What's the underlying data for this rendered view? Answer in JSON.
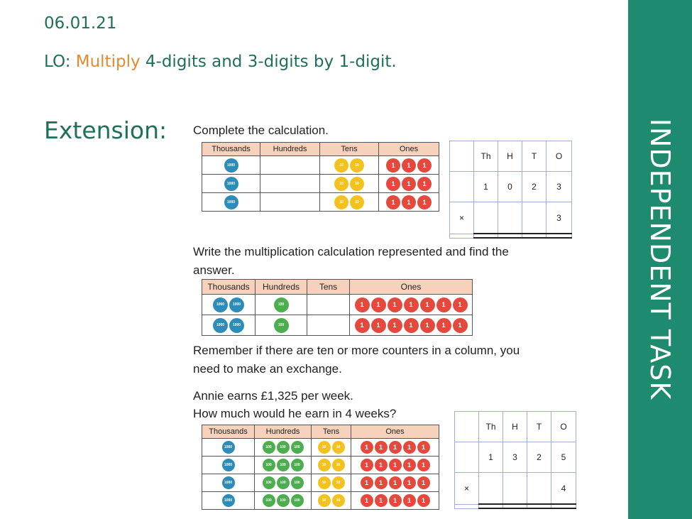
{
  "header": {
    "date": "06.01.21",
    "lo_prefix": "LO: ",
    "lo_highlight": "Multiply",
    "lo_rest": " 4-digits and 3-digits by 1-digit."
  },
  "extension_label": "Extension:",
  "sidebar": {
    "title": "INDEPENDENT TASK"
  },
  "q1": {
    "instruction": "Complete the calculation.",
    "headers": [
      "Thousands",
      "Hundreds",
      "Tens",
      "Ones"
    ],
    "rows": 3,
    "counters": {
      "thousands": "1000",
      "tens": "10",
      "ones": "1"
    },
    "grid": {
      "headers": [
        "Th",
        "H",
        "T",
        "O"
      ],
      "number": [
        "1",
        "0",
        "2",
        "3"
      ],
      "operator": "×",
      "multiplier": "3"
    }
  },
  "q2": {
    "instruction_line1": "Write the multiplication calculation represented and find the",
    "instruction_line2": "answer.",
    "headers": [
      "Thousands",
      "Hundreds",
      "Tens",
      "Ones"
    ],
    "rows": 2,
    "counters": {
      "thousands": "1000",
      "hundreds": "100",
      "ones": "1"
    },
    "note_line1": "Remember if there are ten or more counters in a column, you",
    "note_line2": "need to make an exchange."
  },
  "q3": {
    "text_line1": "Annie earns £1,325 per week.",
    "text_line2": "How much would he earn in 4 weeks?",
    "headers": [
      "Thousands",
      "Hundreds",
      "Tens",
      "Ones"
    ],
    "rows": 4,
    "counters": {
      "thousands": "1000",
      "hundreds": "100",
      "tens": "10",
      "ones": "1"
    },
    "grid": {
      "headers": [
        "Th",
        "H",
        "T",
        "O"
      ],
      "number": [
        "1",
        "3",
        "2",
        "5"
      ],
      "operator": "×",
      "multiplier": "4"
    }
  }
}
